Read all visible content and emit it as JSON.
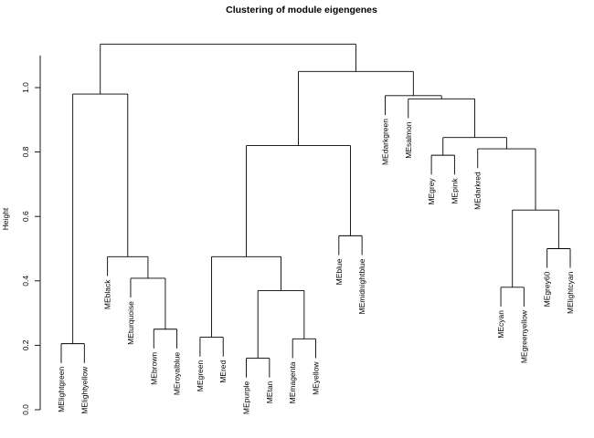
{
  "chart_data": {
    "type": "dendrogram",
    "title": "Clustering of module eigengenes",
    "xlabel": "",
    "ylabel": "Height",
    "ylim": [
      0,
      1.1
    ],
    "yticks": [
      0.0,
      0.2,
      0.4,
      0.6,
      0.8,
      1.0
    ],
    "ytick_labels": [
      "0.0",
      "0.2",
      "0.4",
      "0.6",
      "0.8",
      "1.0"
    ],
    "leaves": [
      "MElightgreen",
      "MElightyellow",
      "MEblack",
      "MEturquoise",
      "MEbrown",
      "MEroyalblue",
      "MEgreen",
      "MEred",
      "MEpurple",
      "MEtan",
      "MEmagenta",
      "MEyellow",
      "MEblue",
      "MEmidnightblue",
      "MEdarkgreen",
      "MEsalmon",
      "MEgrey",
      "MEpink",
      "MEdarkred",
      "MEcyan",
      "MEgreenyellow",
      "MEgrey60",
      "MElightcyan"
    ],
    "merges": [
      {
        "left": "MElightgreen",
        "right": "MElightyellow",
        "height": 0.205
      },
      {
        "left": "MEbrown",
        "right": "MEroyalblue",
        "height": 0.25
      },
      {
        "left": "MEturquoise",
        "right": 1,
        "height": 0.408
      },
      {
        "left": "MEblack",
        "right": 2,
        "height": 0.475
      },
      {
        "left": 0,
        "right": 3,
        "height": 0.98
      },
      {
        "left": "MEgreen",
        "right": "MEred",
        "height": 0.225
      },
      {
        "left": "MEpurple",
        "right": "MEtan",
        "height": 0.16
      },
      {
        "left": "MEmagenta",
        "right": "MEyellow",
        "height": 0.22
      },
      {
        "left": 6,
        "right": 7,
        "height": 0.37
      },
      {
        "left": 5,
        "right": 8,
        "height": 0.475
      },
      {
        "left": "MEblue",
        "right": "MEmidnightblue",
        "height": 0.54
      },
      {
        "left": 9,
        "right": 10,
        "height": 0.82
      },
      {
        "left": "MEgrey",
        "right": "MEpink",
        "height": 0.79
      },
      {
        "left": "MEcyan",
        "right": "MEgreenyellow",
        "height": 0.38
      },
      {
        "left": "MEgrey60",
        "right": "MElightcyan",
        "height": 0.5
      },
      {
        "left": 13,
        "right": 14,
        "height": 0.62
      },
      {
        "left": "MEdarkred",
        "right": 15,
        "height": 0.81
      },
      {
        "left": 12,
        "right": 16,
        "height": 0.845
      },
      {
        "left": "MEsalmon",
        "right": 17,
        "height": 0.965
      },
      {
        "left": "MEdarkgreen",
        "right": 18,
        "height": 0.975
      },
      {
        "left": 11,
        "right": 19,
        "height": 1.05
      },
      {
        "left": 4,
        "right": 20,
        "height": 1.135
      }
    ]
  }
}
